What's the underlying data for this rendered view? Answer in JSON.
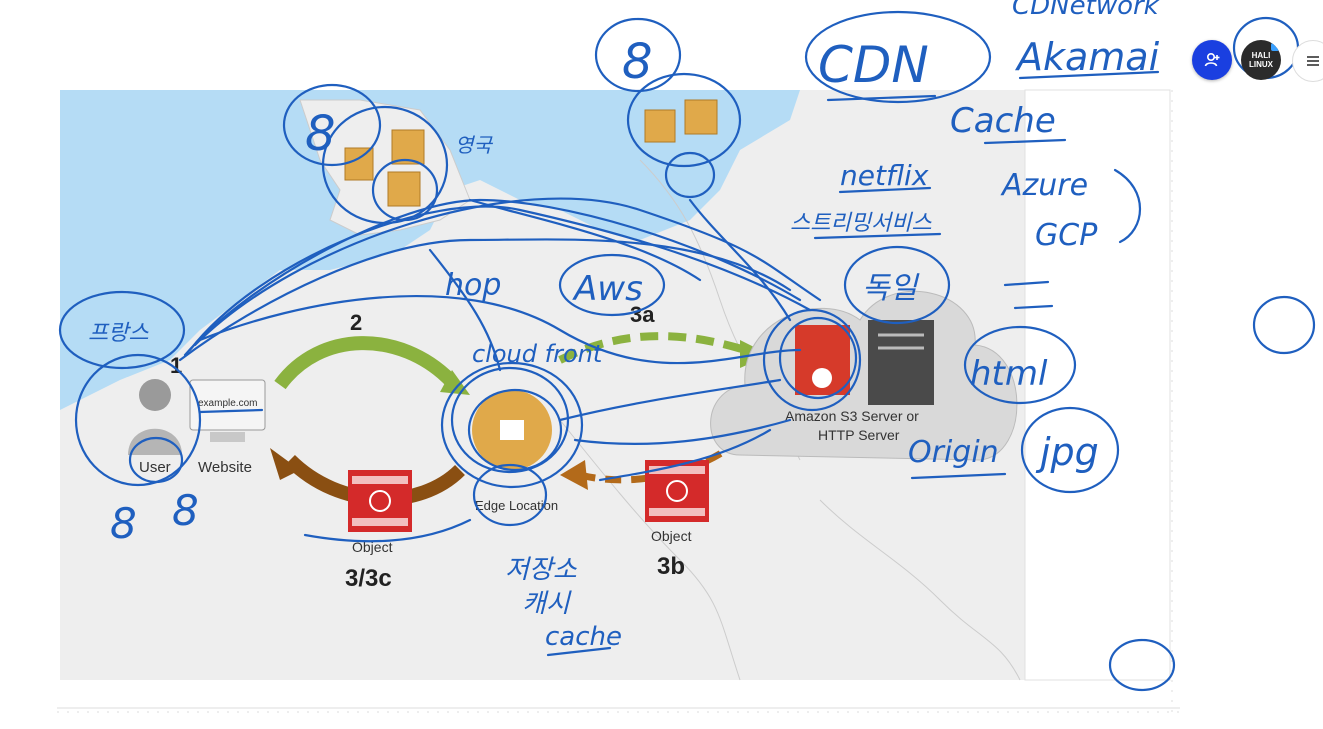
{
  "diagram": {
    "step_labels": {
      "s1": "1",
      "s2": "2",
      "s3a": "3a",
      "s3b": "3b",
      "s3c": "3/3c"
    },
    "user_label": "User",
    "website_label": "Website",
    "website_url": "example.com",
    "object_label_left": "Object",
    "object_label_right": "Object",
    "edge_label": "Edge Location",
    "origin_label_line1": "Amazon S3 Server or",
    "origin_label_line2": "HTTP Server"
  },
  "annotations": {
    "cdn": "CDN",
    "cdn_network": "CDNetwork",
    "akamai": "Akamai",
    "cache": "Cache",
    "netflix": "netflix",
    "streaming": "스트리밍서비스",
    "azure": "Azure",
    "gcp": "GCP",
    "html": "html",
    "jpg": "jpg",
    "origin": "Origin",
    "aws": "Aws",
    "cloudfront": "cloud front",
    "hop": "hop",
    "korea_left": "프랑스",
    "uk": "영국",
    "seoul": "독일",
    "storage": "저장소",
    "cache_kr": "캐시",
    "cache_en": "cache",
    "num8_a": "8",
    "num8_b": "8",
    "num8_c": "8",
    "num8_d": "8"
  },
  "toolbar": {
    "avatar_line1": "HALI",
    "avatar_line2": "LINUX"
  },
  "colors": {
    "ink": "#1f5fbf",
    "sea": "#b5dcf5",
    "land": "#eeeeee",
    "accent_blue": "#1a3fe0"
  }
}
